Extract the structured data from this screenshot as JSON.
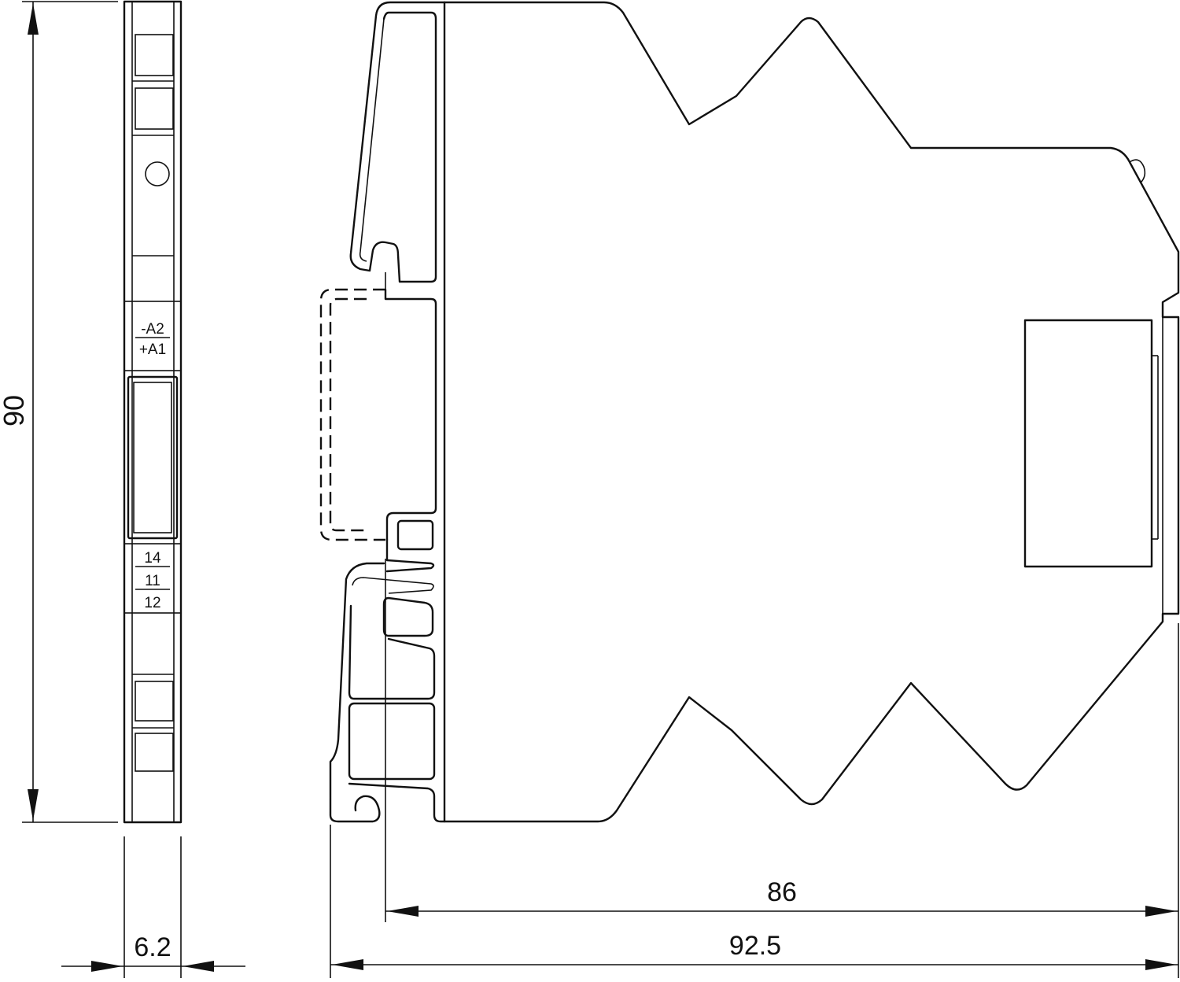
{
  "dimensions": {
    "height": "90",
    "width_side": "6.2",
    "depth_inner": "86",
    "depth_total": "92.5"
  },
  "terminals": {
    "top": {
      "upper": "-A2",
      "lower": "+A1"
    },
    "bottom": {
      "first": "14",
      "second": "11",
      "third": "12"
    }
  }
}
